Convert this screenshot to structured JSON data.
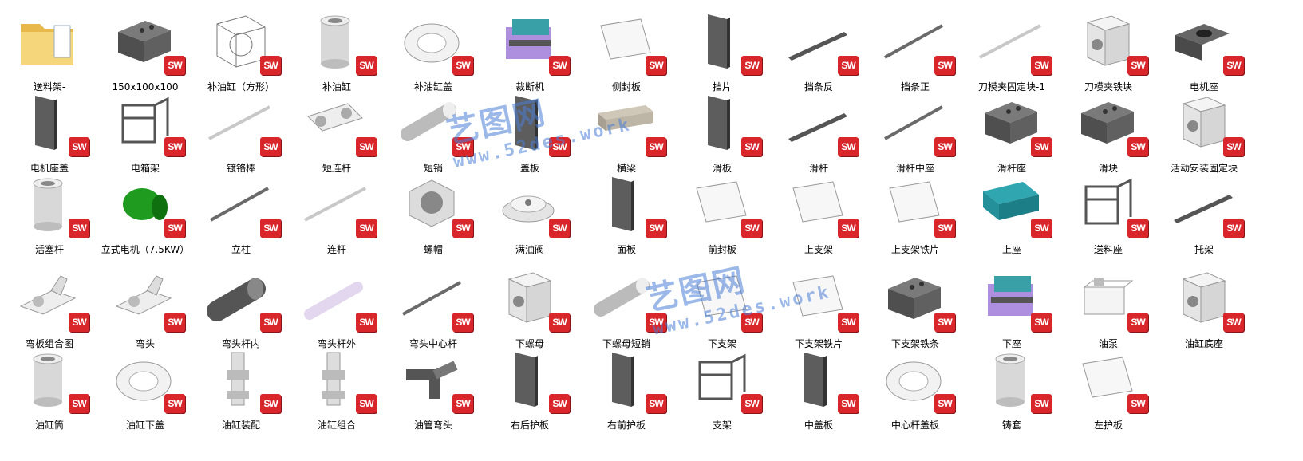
{
  "badge_text": "SW",
  "watermark": {
    "title": "艺图网",
    "url": "www.52des.work"
  },
  "items": [
    {
      "label": "送料架-",
      "icon": "folder-icon"
    },
    {
      "label": "150x100x100",
      "icon": "block-part-icon"
    },
    {
      "label": "补油缸（方形）",
      "icon": "wireframe-cylinder-icon"
    },
    {
      "label": "补油缸",
      "icon": "cylinder-part-icon"
    },
    {
      "label": "补油缸盖",
      "icon": "flange-ring-icon"
    },
    {
      "label": "裁断机",
      "icon": "machine-assembly-icon"
    },
    {
      "label": "侧封板",
      "icon": "plate-icon"
    },
    {
      "label": "挡片",
      "icon": "plate-dark-icon"
    },
    {
      "label": "挡条反",
      "icon": "bar-icon"
    },
    {
      "label": "挡条正",
      "icon": "rod-icon"
    },
    {
      "label": "刀模夹固定块-1",
      "icon": "thin-rod-icon"
    },
    {
      "label": "刀模夹铁块",
      "icon": "block-white-icon"
    },
    {
      "label": "电机座",
      "icon": "motor-base-icon"
    },
    {
      "label": "电机座盖",
      "icon": "plate-dark-icon"
    },
    {
      "label": "电箱架",
      "icon": "frame-icon"
    },
    {
      "label": "镀铬棒",
      "icon": "thin-rod-icon"
    },
    {
      "label": "短连杆",
      "icon": "link-icon"
    },
    {
      "label": "短销",
      "icon": "pin-icon"
    },
    {
      "label": "盖板",
      "icon": "plate-dark-icon"
    },
    {
      "label": "横梁",
      "icon": "beam-icon"
    },
    {
      "label": "滑板",
      "icon": "plate-dark-icon"
    },
    {
      "label": "滑杆",
      "icon": "bar-icon"
    },
    {
      "label": "滑杆中座",
      "icon": "rod-icon"
    },
    {
      "label": "滑杆座",
      "icon": "block-part-icon"
    },
    {
      "label": "滑块",
      "icon": "block-part-icon"
    },
    {
      "label": "活动安装固定块",
      "icon": "block-white-icon"
    },
    {
      "label": "活塞杆",
      "icon": "cylinder-part-icon"
    },
    {
      "label": "立式电机（7.5KW）",
      "icon": "motor-icon"
    },
    {
      "label": "立柱",
      "icon": "rod-icon"
    },
    {
      "label": "连杆",
      "icon": "thin-rod-icon"
    },
    {
      "label": "螺帽",
      "icon": "nut-icon"
    },
    {
      "label": "满油阀",
      "icon": "valve-icon"
    },
    {
      "label": "面板",
      "icon": "plate-dark-icon"
    },
    {
      "label": "前封板",
      "icon": "plate-icon"
    },
    {
      "label": "上支架",
      "icon": "plate-icon"
    },
    {
      "label": "上支架铁片",
      "icon": "plate-icon"
    },
    {
      "label": "上座",
      "icon": "grid-block-icon"
    },
    {
      "label": "送料座",
      "icon": "frame-icon"
    },
    {
      "label": "托架",
      "icon": "bar-icon"
    },
    {
      "label": "弯板组合图",
      "icon": "bracket-icon"
    },
    {
      "label": "弯头",
      "icon": "bracket-icon"
    },
    {
      "label": "弯头杆内",
      "icon": "tube-icon"
    },
    {
      "label": "弯头杆外",
      "icon": "tube-light-icon"
    },
    {
      "label": "弯头中心杆",
      "icon": "rod-icon"
    },
    {
      "label": "下螺母",
      "icon": "block-white-icon"
    },
    {
      "label": "下螺母短销",
      "icon": "pin-icon"
    },
    {
      "label": "下支架",
      "icon": "plate-icon"
    },
    {
      "label": "下支架铁片",
      "icon": "plate-icon"
    },
    {
      "label": "下支架铁条",
      "icon": "block-part-icon"
    },
    {
      "label": "下座",
      "icon": "machine-assembly-icon"
    },
    {
      "label": "油泵",
      "icon": "pump-icon"
    },
    {
      "label": "油缸底座",
      "icon": "block-white-icon"
    },
    {
      "label": "油缸筒",
      "icon": "cylinder-part-icon"
    },
    {
      "label": "油缸下盖",
      "icon": "flange-ring-icon"
    },
    {
      "label": "油缸装配",
      "icon": "cylinder-assembly-icon"
    },
    {
      "label": "油缸组合",
      "icon": "cylinder-assembly-icon"
    },
    {
      "label": "油管弯头",
      "icon": "elbow-icon"
    },
    {
      "label": "右后护板",
      "icon": "plate-dark-icon"
    },
    {
      "label": "右前护板",
      "icon": "plate-dark-icon"
    },
    {
      "label": "支架",
      "icon": "frame-icon"
    },
    {
      "label": "中盖板",
      "icon": "plate-dark-icon"
    },
    {
      "label": "中心杆盖板",
      "icon": "flange-ring-icon"
    },
    {
      "label": "铸套",
      "icon": "cylinder-part-icon"
    },
    {
      "label": "左护板",
      "icon": "plate-icon"
    }
  ]
}
